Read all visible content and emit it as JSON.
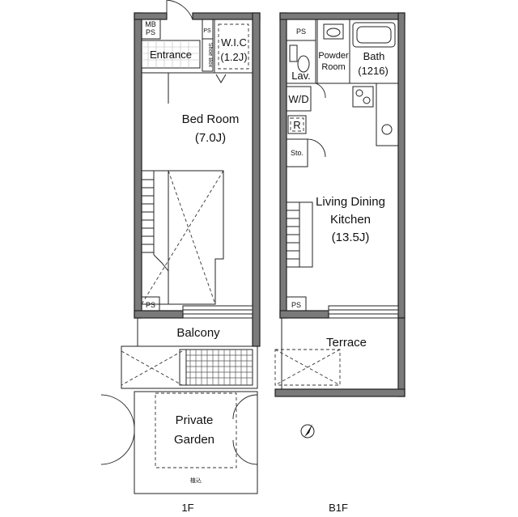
{
  "floor_1f": {
    "mb_ps_1": "MB",
    "mb_ps_2": "PS",
    "ps_top": "PS",
    "ps_bottom": "PS",
    "shoe_box": "Shoe Box",
    "entrance": "Entrance",
    "wic_1": "W.I.C",
    "wic_2": "(1.2J)",
    "bed_1": "Bed Room",
    "bed_2": "(7.0J)",
    "balcony": "Balcony",
    "garden_1": "Private",
    "garden_2": "Garden",
    "planting": "植込",
    "floor_label": "1F"
  },
  "floor_b1f": {
    "ps_top": "PS",
    "ps_bottom": "PS",
    "powder_1": "Powder",
    "powder_2": "Room",
    "bath_1": "Bath",
    "bath_2": "(1216)",
    "lav": "Lav.",
    "wd": "W/D",
    "r": "R",
    "sto": "Sto.",
    "ldk_1": "Living Dining",
    "ldk_2": "Kitchen",
    "ldk_3": "(13.5J)",
    "terrace": "Terrace",
    "floor_label": "B1F"
  },
  "north_arrow_icon": "compass-north-arrow"
}
